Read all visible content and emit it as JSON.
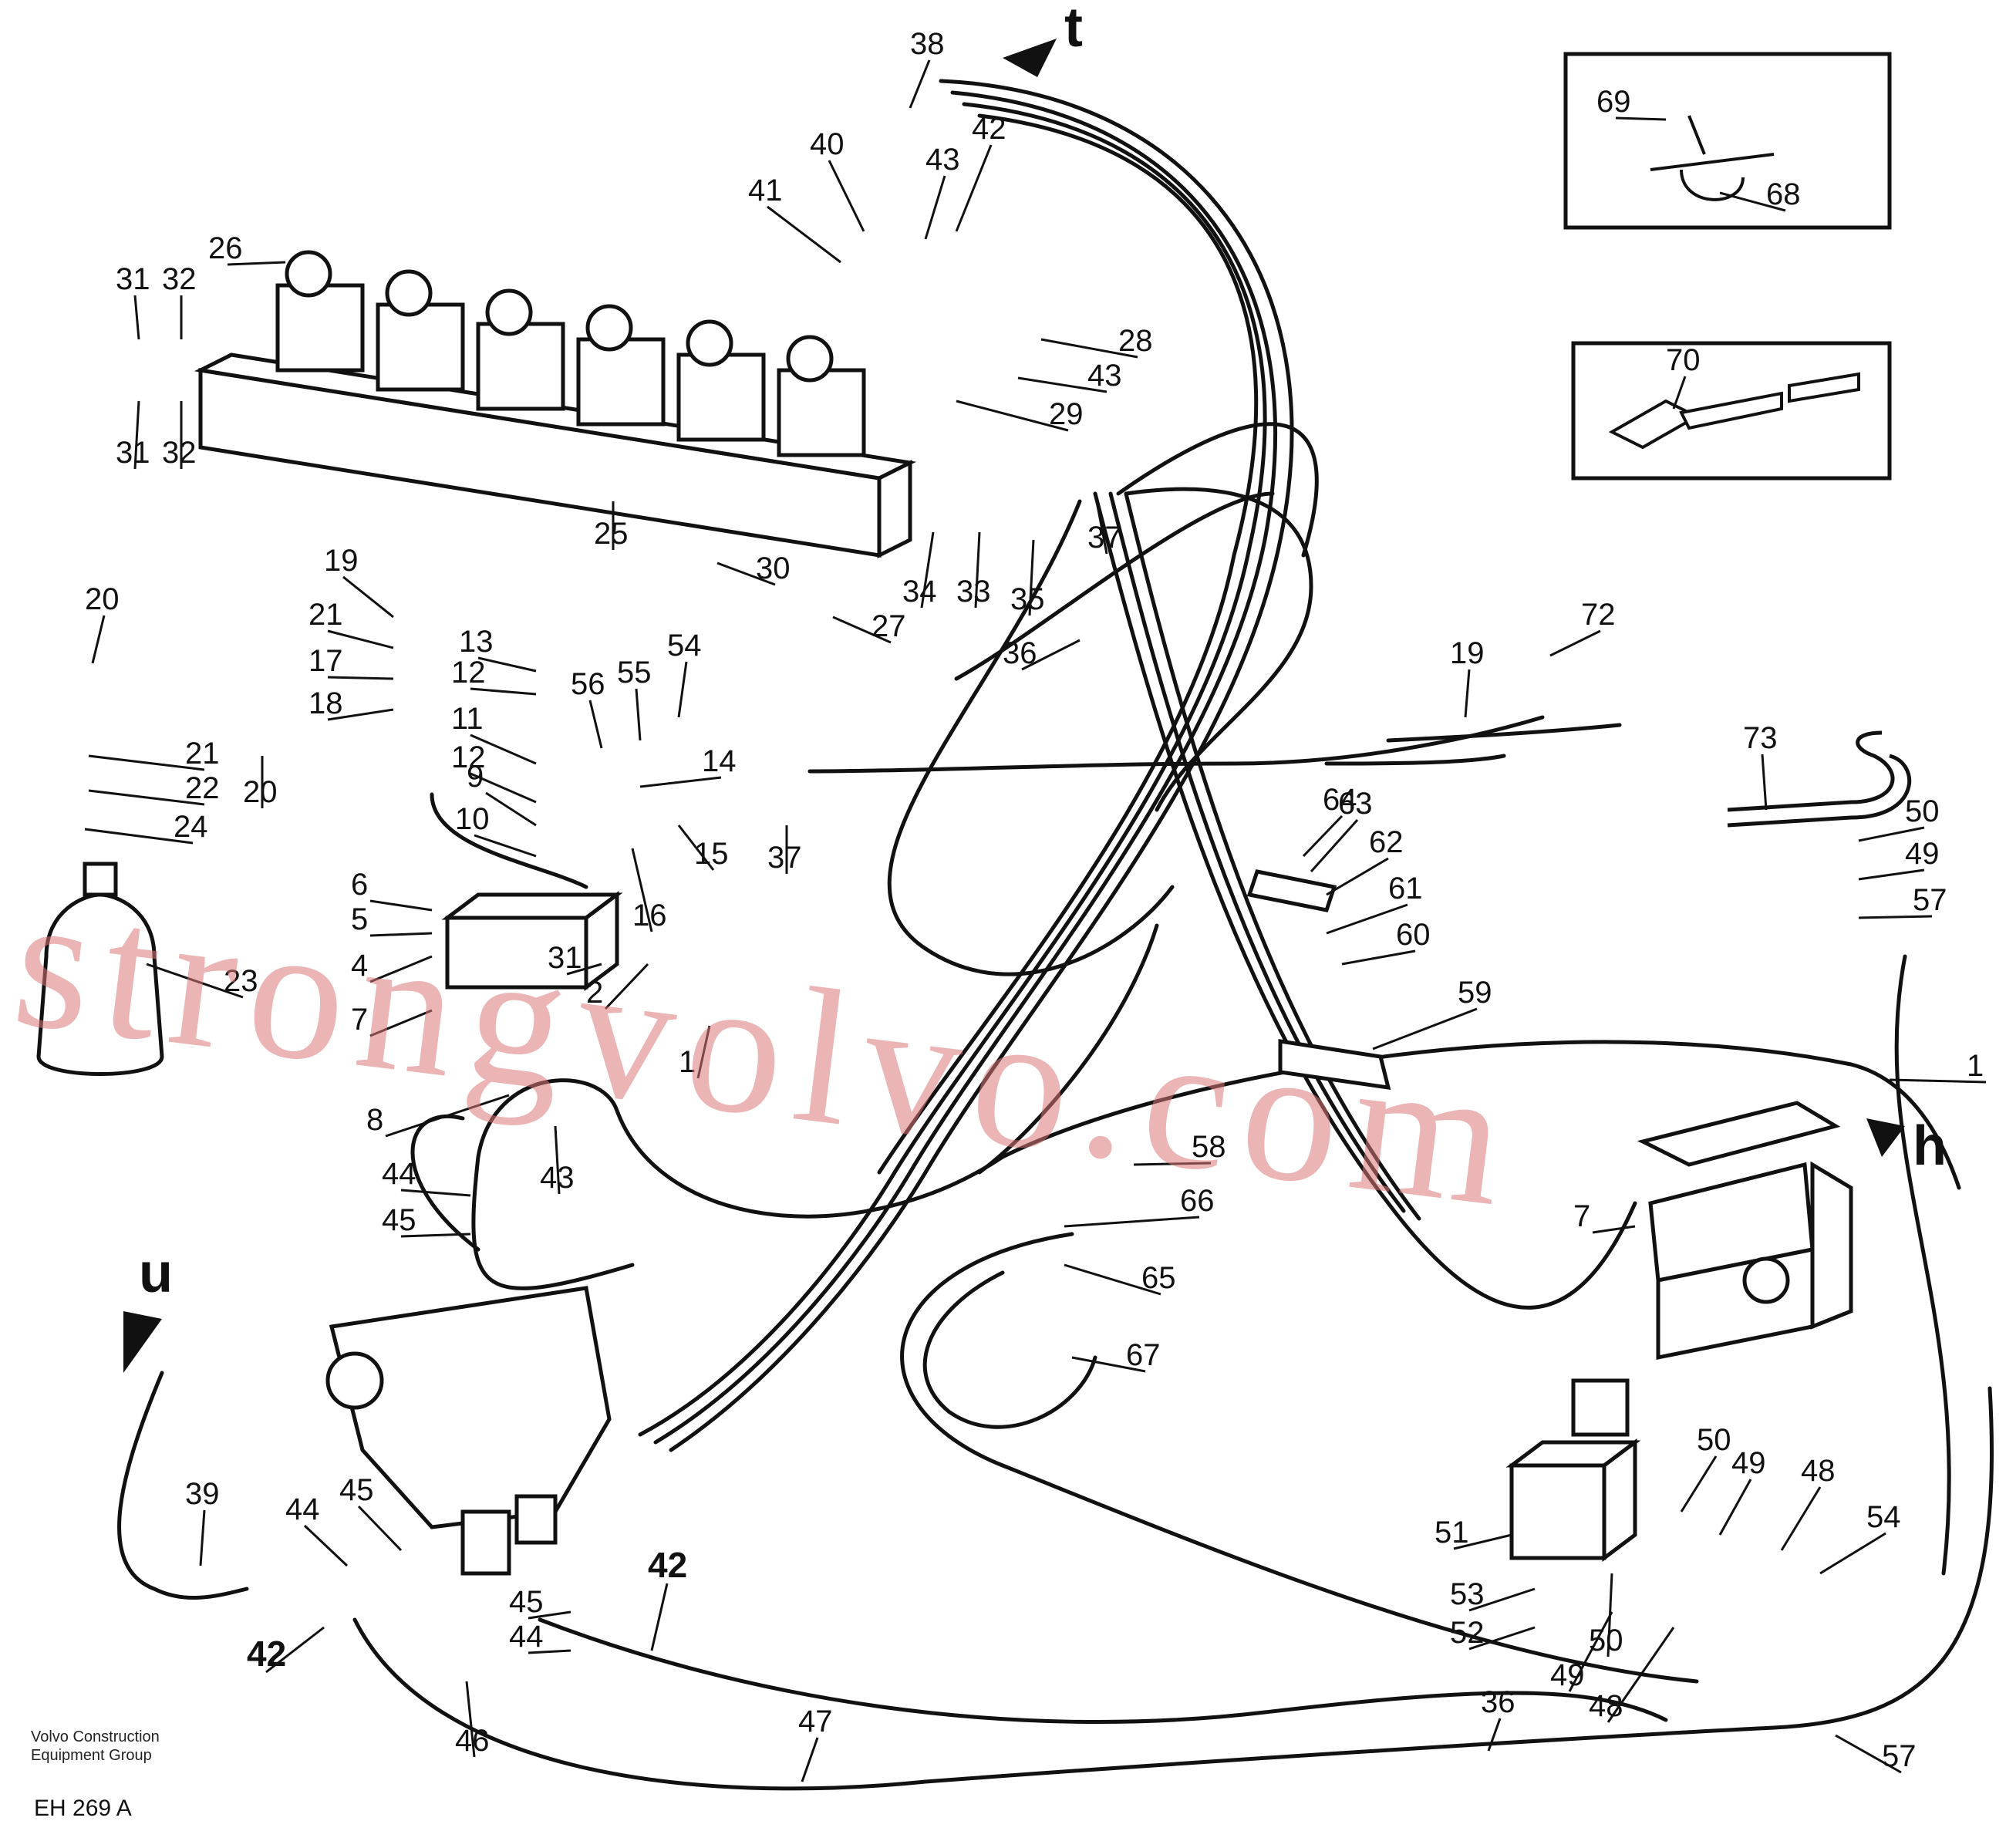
{
  "diagram": {
    "manufacturer": "Volvo Construction Equipment Group",
    "manufacturer_lines": [
      "Volvo Construction",
      "Equipment Group"
    ],
    "drawing_id": "EH 269 A",
    "watermark": "strongvolvo.com",
    "direction_refs": [
      "t",
      "u",
      "h"
    ],
    "callouts": [
      "1",
      "2",
      "4",
      "5",
      "6",
      "7",
      "8",
      "9",
      "10",
      "11",
      "12",
      "13",
      "14",
      "15",
      "16",
      "17",
      "18",
      "19",
      "20",
      "21",
      "22",
      "23",
      "24",
      "25",
      "26",
      "27",
      "28",
      "29",
      "30",
      "31",
      "32",
      "33",
      "34",
      "35",
      "36",
      "37",
      "38",
      "39",
      "40",
      "41",
      "42",
      "43",
      "44",
      "45",
      "46",
      "47",
      "48",
      "49",
      "50",
      "51",
      "52",
      "53",
      "54",
      "55",
      "56",
      "57",
      "58",
      "59",
      "60",
      "61",
      "62",
      "63",
      "64",
      "65",
      "66",
      "67",
      "68",
      "69",
      "70",
      "72",
      "73"
    ],
    "inset_callouts": {
      "clamp": [
        "69",
        "68"
      ],
      "strap": [
        "70"
      ]
    },
    "colors": {
      "line": "#111111",
      "watermark": "#dc7878"
    }
  }
}
